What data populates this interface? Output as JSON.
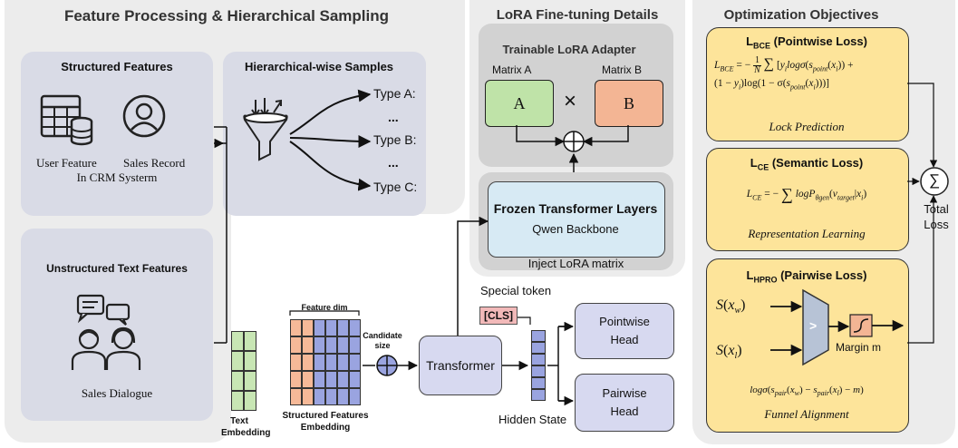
{
  "left_panel": {
    "title": "Feature Processing & Hierarchical Sampling",
    "structured": {
      "title": "Structured Features",
      "caption_1": "User Feature",
      "caption_2": "Sales Record",
      "caption_3": "In CRM Systerm"
    },
    "hierarchical": {
      "title": "Hierarchical-wise Samples",
      "type_a": "Type A:",
      "type_b": "Type B:",
      "type_c": "Type C:",
      "dots": "..."
    },
    "unstructured": {
      "title": "Unstructured Text Features",
      "caption": "Sales Dialogue"
    }
  },
  "middle_panel": {
    "title": "LoRA Fine-tuning Details",
    "adapter_title": "Trainable LoRA Adapter",
    "matrix_a_label": "Matrix A",
    "matrix_b_label": "Matrix B",
    "matrix_a": "A",
    "matrix_b": "B",
    "times": "×",
    "frozen_title": "Frozen Transformer Layers",
    "frozen_sub": "Qwen Backbone",
    "inject_label": "Inject LoRA matrix"
  },
  "pipeline": {
    "feature_dim": "Feature dim",
    "candidate_size": "Candidate size",
    "text_embedding": "Text Embedding",
    "structured_embedding": "Structured Features Embedding",
    "transformer": "Transformer",
    "special_token": "Special token",
    "cls": "[CLS]",
    "hidden_state": "Hidden State",
    "pointwise_head": "Pointwise Head",
    "pairwise_head": "Pairwise Head"
  },
  "right_panel": {
    "title": "Optimization Objectives",
    "bce": {
      "title_main": "L",
      "title_sub": "BCE",
      "title_rest": " (Pointwise Loss)",
      "caption": "Lock Prediction"
    },
    "ce": {
      "title_main": "L",
      "title_sub": "CE",
      "title_rest": " (Semantic Loss)",
      "caption": "Representation Learning"
    },
    "hpro": {
      "title_main": "L",
      "title_sub": "HPRO",
      "title_rest": " (Pairwise Loss)",
      "caption": "Funnel Alignment",
      "margin": "Margin m",
      "gt": ">"
    },
    "sum_symbol": "∑",
    "total_loss": "Total Loss"
  },
  "colors": {
    "panel": "#ececec",
    "sub_panel": "#d9dbe6",
    "yellow": "#fde49a",
    "matrix_a": "#bfe3a8",
    "matrix_b": "#f3b594",
    "frozen": "#d7eaf4",
    "cls": "#f2b9b9",
    "green_cell": "#c8e6b4",
    "orange_cell": "#f6b998",
    "blue_cell": "#9aa4e0"
  }
}
